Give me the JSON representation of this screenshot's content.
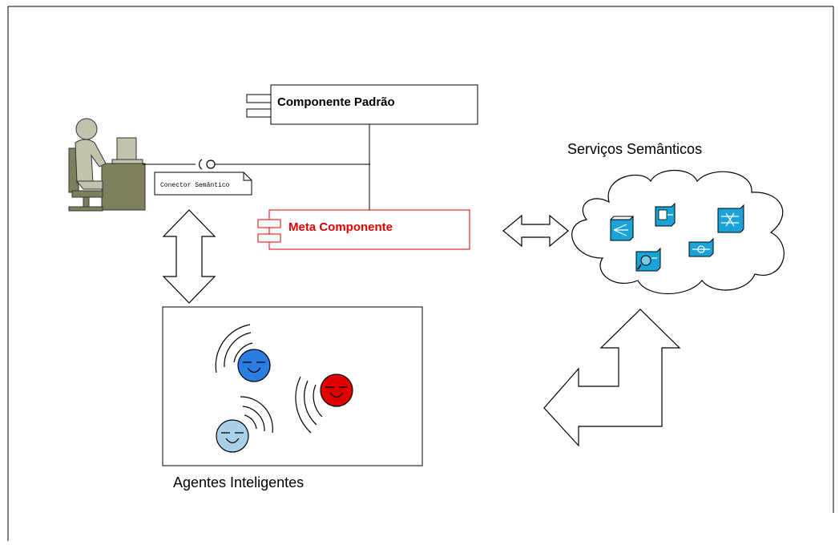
{
  "components": {
    "standard": {
      "label": "Componente Padrão",
      "color": "#000000"
    },
    "meta": {
      "label": "Meta Componente",
      "color": "#e00000"
    }
  },
  "connector_note": {
    "label": "Conector Semântico"
  },
  "services": {
    "label": "Serviços Semânticos",
    "icon_color": "#1aa3d6"
  },
  "agents": {
    "label": "Agentes Inteligentes",
    "faces": [
      {
        "name": "blue-agent",
        "color": "#2a7de1"
      },
      {
        "name": "red-agent",
        "color": "#e00000"
      },
      {
        "name": "light-blue-agent",
        "color": "#a9d0e6"
      }
    ]
  },
  "user": {
    "figure_color": "#c3c3ad",
    "desk_color": "#7f7f5e"
  }
}
